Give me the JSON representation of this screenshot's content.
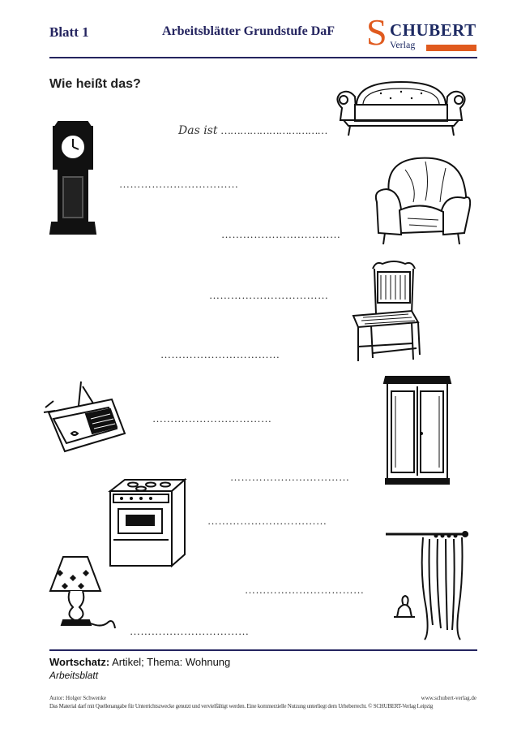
{
  "header": {
    "sheet_label": "Blatt 1",
    "subtitle": "Arbeitsblätter Grundstufe DaF",
    "logo": {
      "initial": "S",
      "name": "CHUBERT",
      "tagline": "Verlag"
    }
  },
  "exercise": {
    "heading": "Wie heißt das?",
    "example_prefix": "Das ist",
    "blank": "……………………………",
    "items": [
      {
        "icon": "sofa-icon"
      },
      {
        "icon": "grandfather-clock-icon"
      },
      {
        "icon": "armchair-icon"
      },
      {
        "icon": "chair-icon"
      },
      {
        "icon": "television-icon"
      },
      {
        "icon": "wardrobe-icon"
      },
      {
        "icon": "stove-icon"
      },
      {
        "icon": "curtain-icon"
      },
      {
        "icon": "table-lamp-icon"
      }
    ]
  },
  "footer": {
    "vocab_label": "Wortschatz:",
    "vocab_text": "Artikel; Thema: Wohnung",
    "type": "Arbeitsblatt",
    "author": "Autor: Holger Schwenke",
    "website": "www.schubert-verlag.de",
    "copyright": "Das Material darf mit Quellenangabe für Unterrichtszwecke genutzt und vervielfältigt werden. Eine kommerzielle Nutzung unterliegt dem Urheberrecht. © SCHUBERT-Verlag Leipzig"
  },
  "colors": {
    "navy": "#24245f",
    "orange": "#e05a1e"
  }
}
